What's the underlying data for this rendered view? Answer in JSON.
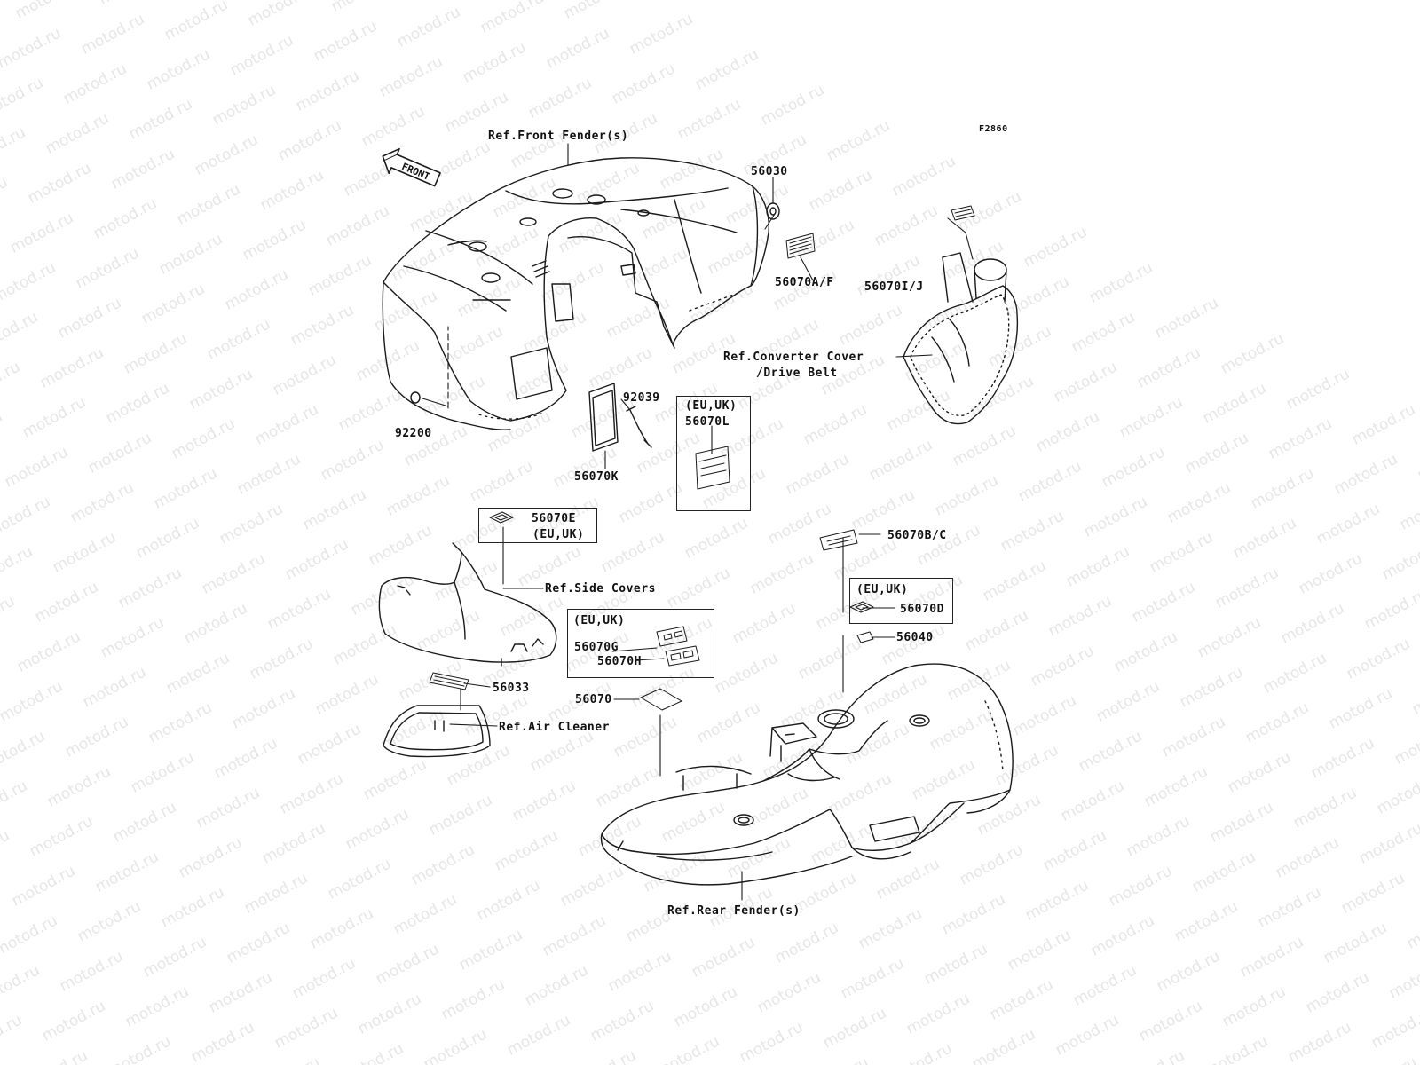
{
  "watermark": "motod.ru",
  "figure_id": "F2860",
  "front_badge": "FRONT",
  "refs": {
    "front_fender": "Ref.Front Fender(s)",
    "converter_cover_1": "Ref.Converter Cover",
    "converter_cover_2": "/Drive Belt",
    "side_covers": "Ref.Side Covers",
    "air_cleaner": "Ref.Air Cleaner",
    "rear_fender": "Ref.Rear Fender(s)"
  },
  "parts": {
    "p56030": "56030",
    "p56070af": "56070A/F",
    "p56070ij": "56070I/J",
    "p92200": "92200",
    "p92039": "92039",
    "p56070k": "56070K",
    "p56070l": "56070L",
    "p56070e": "56070E",
    "p56070bc": "56070B/C",
    "p56070d": "56070D",
    "p56040": "56040",
    "p56070g": "56070G",
    "p56070h": "56070H",
    "p56033": "56033",
    "p56070": "56070"
  },
  "region_tag": "(EU,UK)"
}
